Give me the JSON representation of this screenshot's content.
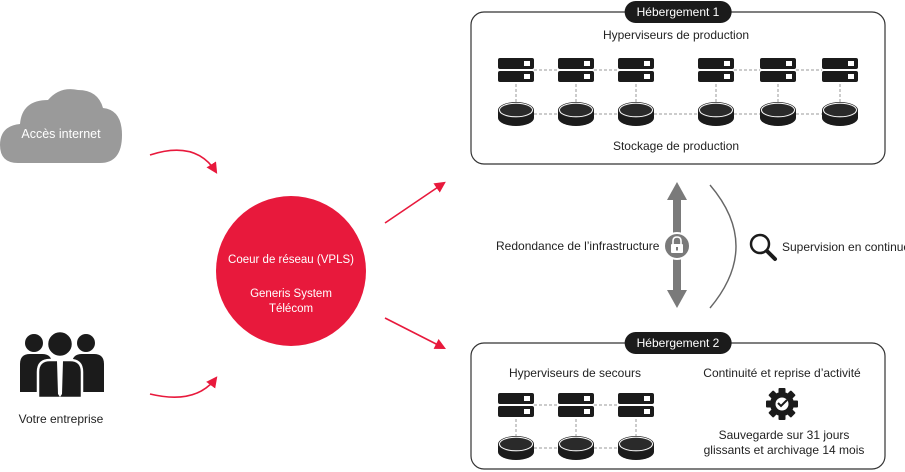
{
  "colors": {
    "accent": "#e8193c",
    "dark": "#1b1b1b",
    "cloud": "#9a9a9a",
    "gray_arrow": "#7a7a7a"
  },
  "internet": {
    "label": "Accès internet",
    "icon": "cloud-icon"
  },
  "enterprise": {
    "label": "Votre entreprise",
    "icon": "users-icon"
  },
  "core": {
    "line1": "Coeur de réseau (VPLS)",
    "line2": "Generis System",
    "line3": "Télécom"
  },
  "hosting1": {
    "badge": "Hébergement 1",
    "hypervisors_label": "Hyperviseurs de production",
    "storage_label": "Stockage de production",
    "server_icon": "server-icon",
    "disk_icon": "disk-icon"
  },
  "hosting2": {
    "badge": "Hébergement 2",
    "hypervisors_label": "Hyperviseurs de secours",
    "continuity_label": "Continuité et reprise d’activité",
    "backup_line1": "Sauvegarde sur 31 jours",
    "backup_line2": "glissants et archivage 14 mois",
    "gear_icon": "gear-icon"
  },
  "redundancy": {
    "label": "Redondance de l’infrastructure",
    "icon": "lock-icon"
  },
  "supervision": {
    "label": "Supervision en continue",
    "icon": "magnifier-icon"
  }
}
